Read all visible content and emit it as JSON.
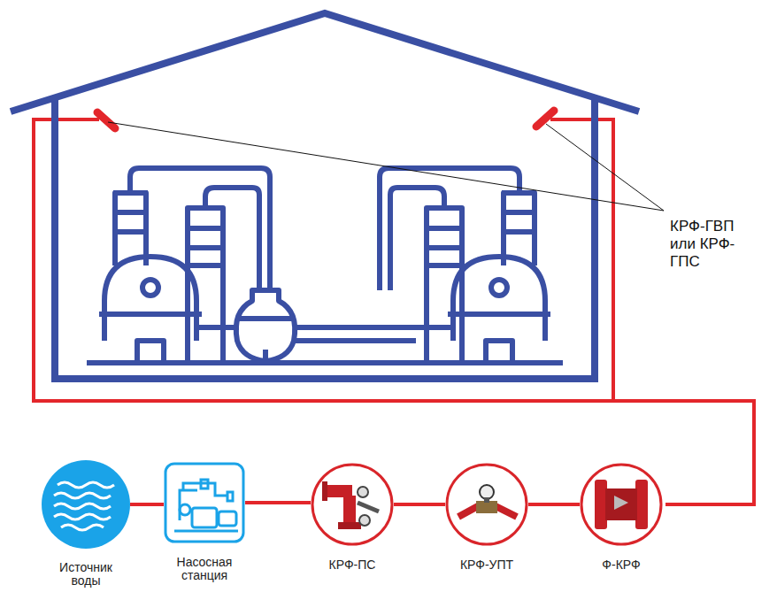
{
  "diagram": {
    "nodes": [
      {
        "text": [
          "Источник воды"
        ]
      },
      {
        "text": [
          "Насосная станция"
        ]
      },
      {
        "text": [
          "КРФ-ПС"
        ]
      },
      {
        "text": [
          "КРФ-УПТ"
        ]
      },
      {
        "text": [
          "Ф-КРФ"
        ]
      }
    ],
    "edges": [
      {
        "from": 0,
        "to": 1,
        "arrow": "none"
      },
      {
        "from": 1,
        "to": 2,
        "arrow": "none"
      },
      {
        "from": 2,
        "to": 3,
        "arrow": "none"
      },
      {
        "from": 3,
        "to": 4,
        "arrow": "none"
      }
    ],
    "labels": [
      "КРФ-ГВП или КРФ-ГПС"
    ]
  }
}
